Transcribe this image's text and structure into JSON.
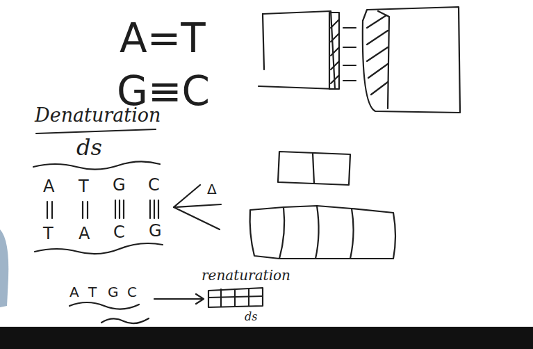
{
  "diagram": {
    "labels": [
      "A=T",
      "G≡C",
      "Denaturation",
      "ds",
      "A",
      "T",
      "G",
      "C",
      "T",
      "A",
      "C",
      "G",
      "Δ",
      "renaturation",
      "A",
      "T",
      "G",
      "C",
      "ds"
    ]
  }
}
